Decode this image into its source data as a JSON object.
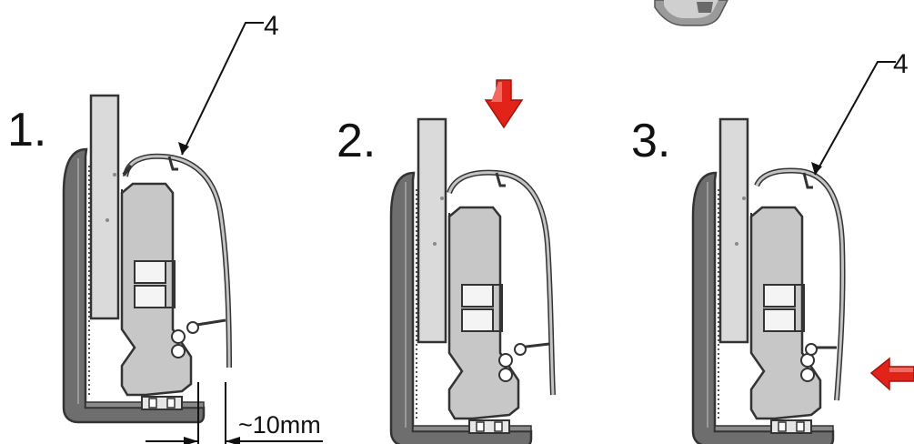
{
  "steps": [
    {
      "number": "1.",
      "callout": "4"
    },
    {
      "number": "2."
    },
    {
      "number": "3.",
      "callout": "4"
    }
  ],
  "dimension": "~10mm",
  "colors": {
    "housing": "#6b6b6b",
    "housing_edge": "#3a3a3a",
    "glass": "#d8d8d8",
    "profile": "#c9c9c9",
    "arrow": "#e2231a",
    "ink": "#111111"
  },
  "icons": [
    "down-arrow-icon",
    "left-arrow-icon"
  ]
}
